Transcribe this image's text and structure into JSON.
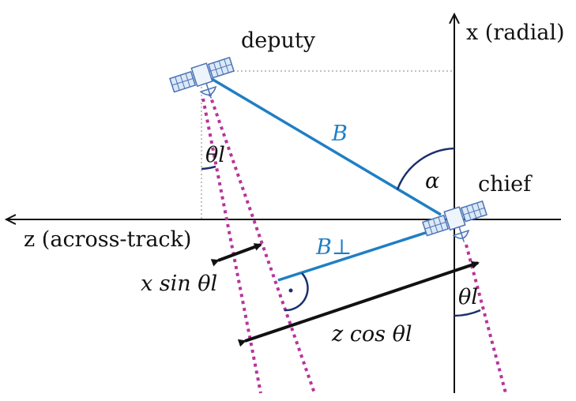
{
  "labels": {
    "x_axis": "x (radial)",
    "z_axis": "z (across-track)",
    "deputy": "deputy",
    "chief": "chief",
    "baseline": "B",
    "baseline_perp": "B⊥",
    "alpha": "α",
    "theta_deputy": "θl",
    "theta_chief": "θl",
    "x_sin": "x sin θl",
    "z_cos": "z cos θl"
  },
  "colors": {
    "baseline": "#1f7fc4",
    "look_line": "#b8339c",
    "angle_arc": "#1b2f6e",
    "axes": "#111111",
    "satellite_panel": "#dce8f7",
    "satellite_outline": "#4a73b5"
  },
  "icons": {
    "deputy": "satellite-icon",
    "chief": "satellite-icon"
  }
}
